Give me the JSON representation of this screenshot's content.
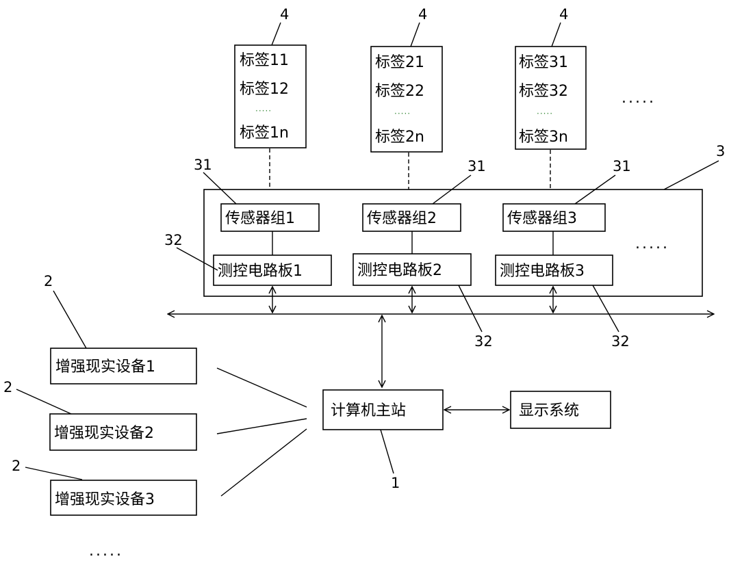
{
  "diagram": {
    "tag_columns": [
      {
        "ref": "4",
        "tags": [
          "标签11",
          "标签12",
          "标签1n"
        ],
        "sensor_group": "传感器组1",
        "control_board": "测控电路板1"
      },
      {
        "ref": "4",
        "tags": [
          "标签21",
          "标签22",
          "标签2n"
        ],
        "sensor_group": "传感器组2",
        "control_board": "测控电路板2"
      },
      {
        "ref": "4",
        "tags": [
          "标签31",
          "标签32",
          "标签3n"
        ],
        "sensor_group": "传感器组3",
        "control_board": "测控电路板3"
      }
    ],
    "tag_ellipsis": "·····",
    "column_ellipsis": ".....",
    "row_ellipsis": ".....",
    "device_ellipsis": ".....",
    "unit_ref": "3",
    "sensor_ref": "31",
    "board_ref": "32",
    "devices": [
      {
        "label": "增强现实设备1",
        "ref": "2"
      },
      {
        "label": "增强现实设备2",
        "ref": "2"
      },
      {
        "label": "增强现实设备3",
        "ref": "2"
      }
    ],
    "master": {
      "label": "计算机主站",
      "ref": "1"
    },
    "display": {
      "label": "显示系统"
    }
  }
}
